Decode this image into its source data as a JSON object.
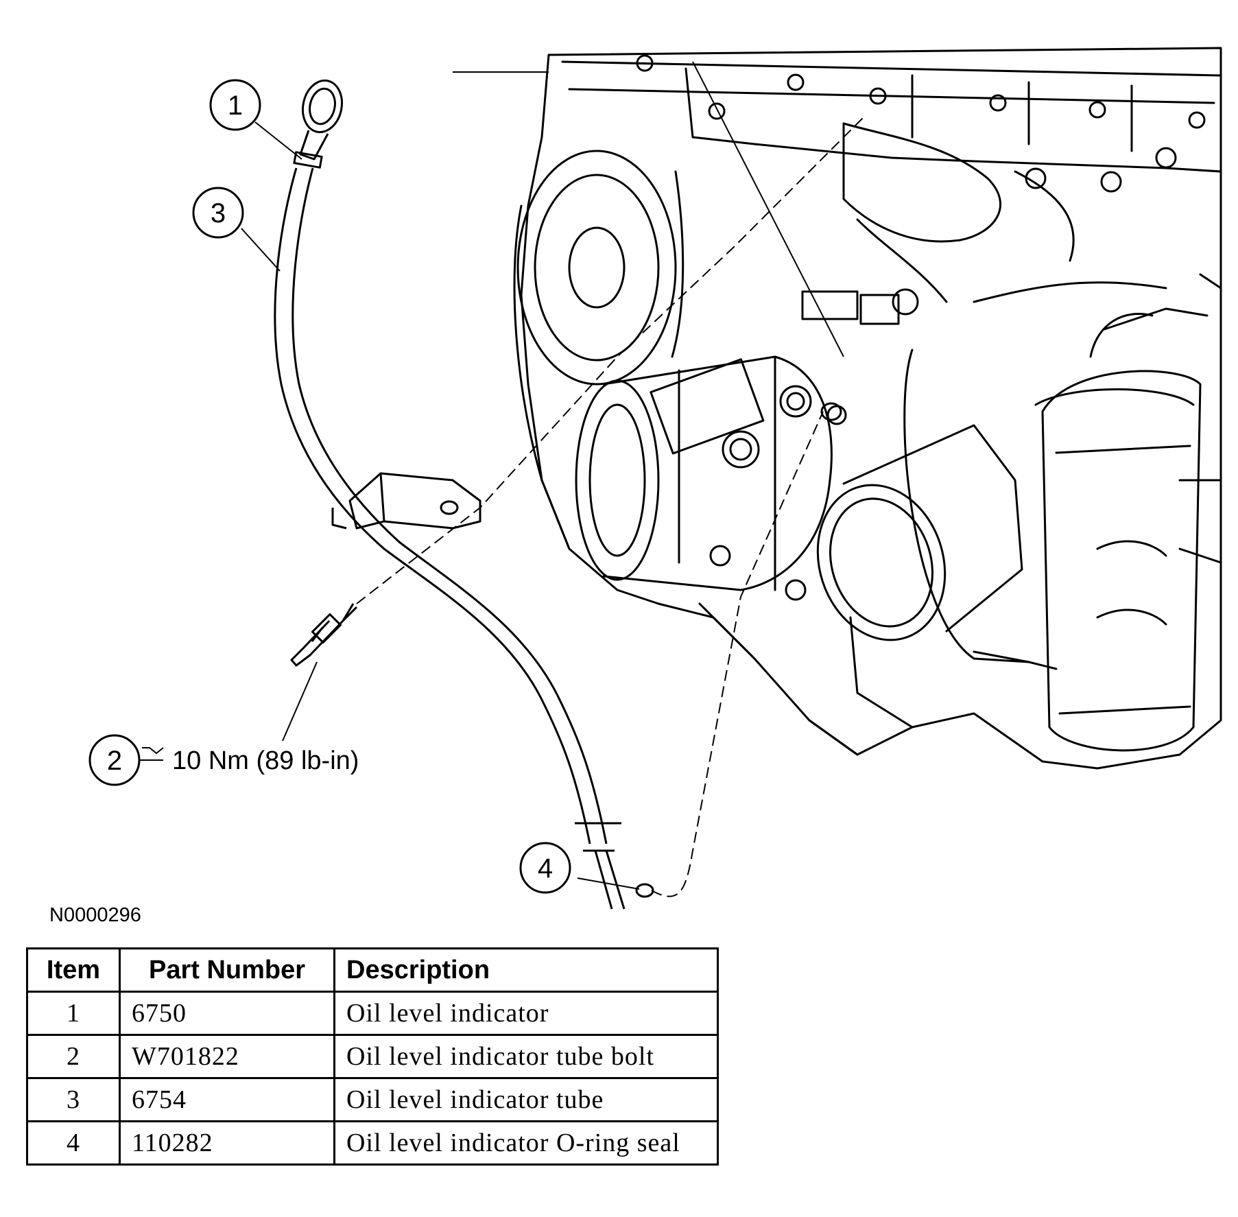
{
  "figure": {
    "id": "N0000296",
    "callouts": [
      {
        "number": "1"
      },
      {
        "number": "2",
        "torque": "10 Nm (89 lb-in)"
      },
      {
        "number": "3"
      },
      {
        "number": "4"
      }
    ]
  },
  "table": {
    "headers": {
      "item": "Item",
      "part_number": "Part Number",
      "description": "Description"
    },
    "rows": [
      {
        "item": "1",
        "part_number": "6750",
        "description": "Oil level indicator"
      },
      {
        "item": "2",
        "part_number": "W701822",
        "description": "Oil level indicator tube bolt"
      },
      {
        "item": "3",
        "part_number": "6754",
        "description": "Oil level indicator tube"
      },
      {
        "item": "4",
        "part_number": "110282",
        "description": "Oil level indicator O-ring seal"
      }
    ]
  }
}
